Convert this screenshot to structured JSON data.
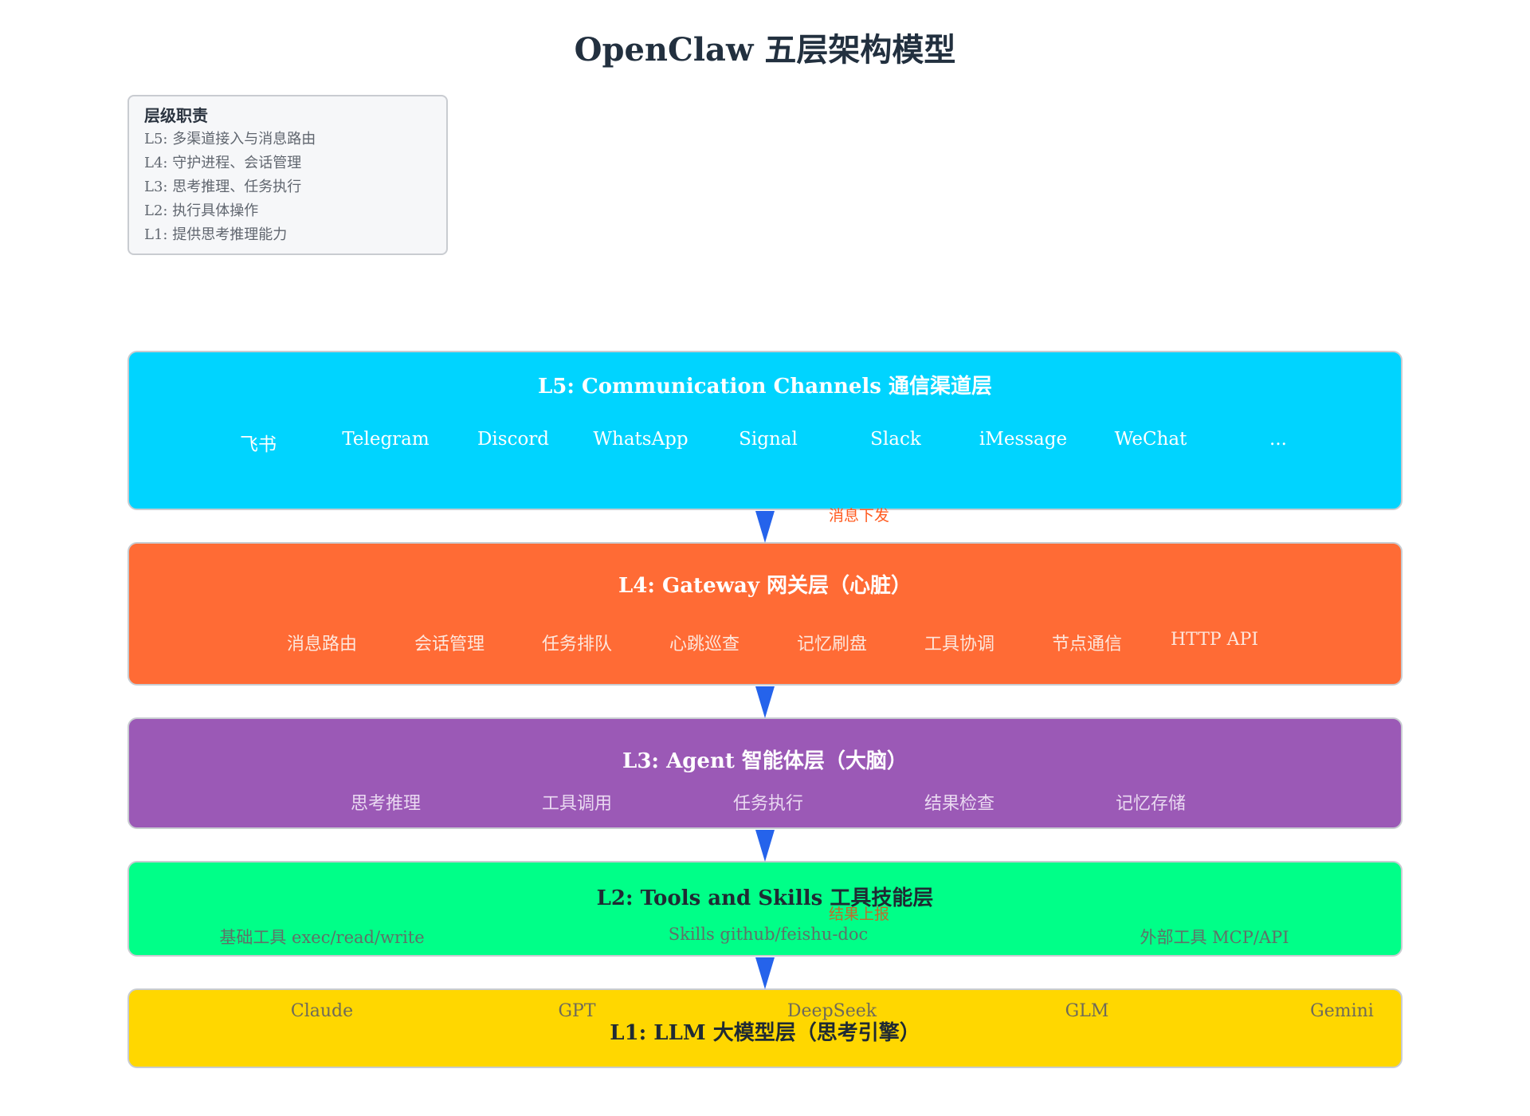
{
  "title": "OpenClaw 五层架构模型",
  "legend": {
    "title": "层级职责",
    "items": [
      "L5: 多渠道接入与消息路由",
      "L4: 守护进程、会话管理",
      "L3: 思考推理、任务执行",
      "L2: 执行具体操作",
      "L1: 提供思考推理能力"
    ]
  },
  "layers": {
    "l5": {
      "title": "L5: Communication Channels 通信渠道层",
      "color": "#00d4ff",
      "items": [
        "飞书",
        "Telegram",
        "Discord",
        "WhatsApp",
        "Signal",
        "Slack",
        "iMessage",
        "WeChat",
        "..."
      ]
    },
    "l4": {
      "title": "L4: Gateway 网关层（心脏）",
      "color": "#ff6b35",
      "items": [
        "消息路由",
        "会话管理",
        "任务排队",
        "心跳巡查",
        "记忆刷盘",
        "工具协调",
        "节点通信",
        "HTTP API"
      ]
    },
    "l3": {
      "title": "L3: Agent 智能体层（大脑）",
      "color": "#9b59b6",
      "items": [
        "思考推理",
        "工具调用",
        "任务执行",
        "结果检查",
        "记忆存储"
      ]
    },
    "l2": {
      "title": "L2: Tools and Skills 工具技能层",
      "color": "#00ff88",
      "items": [
        "基础工具 exec/read/write",
        "Skills github/feishu-doc",
        "外部工具 MCP/API"
      ]
    },
    "l1": {
      "title": "L1: LLM 大模型层（思考引擎）",
      "color": "#ffd700",
      "items": [
        "Claude",
        "GPT",
        "DeepSeek",
        "GLM",
        "Gemini"
      ]
    }
  },
  "flows": {
    "down_label": "消息下发",
    "up_label": "结果上报",
    "arrow_color": "#2563eb"
  }
}
